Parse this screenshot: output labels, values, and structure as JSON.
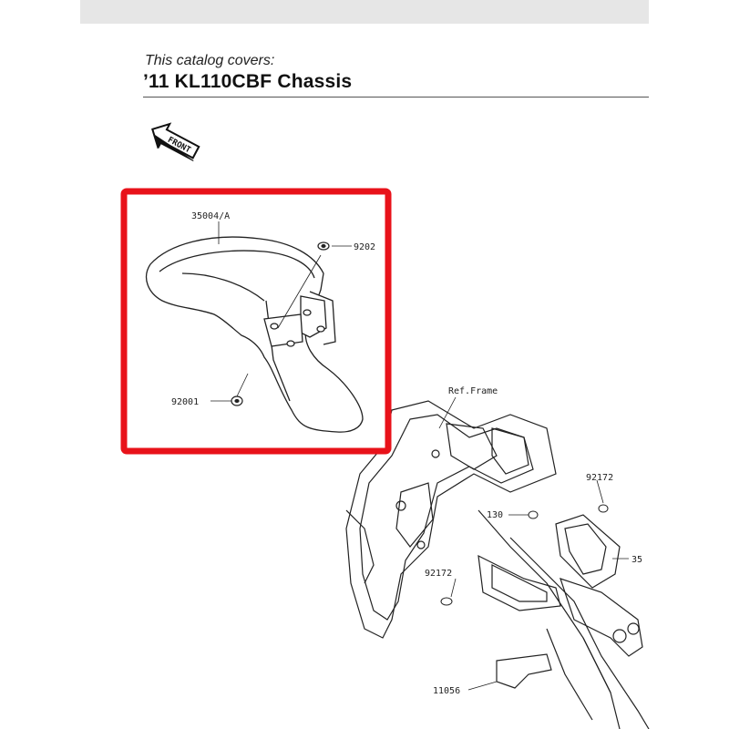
{
  "header": {
    "subtitle": "This catalog covers:",
    "title": "’11 KL110CBF Chassis"
  },
  "front_marker": {
    "label": "FRONT",
    "icon": "front-arrow-icon"
  },
  "highlight": {
    "color": "#e8121a"
  },
  "parts": {
    "fender": "35004/A",
    "grommet_top": "9202",
    "grommet_bottom": "92001",
    "frame_ref": "Ref.Frame",
    "bolt_right": "92172",
    "bolt_left": "92172",
    "screw": "130",
    "bracket": "35",
    "clamp": "11056"
  }
}
